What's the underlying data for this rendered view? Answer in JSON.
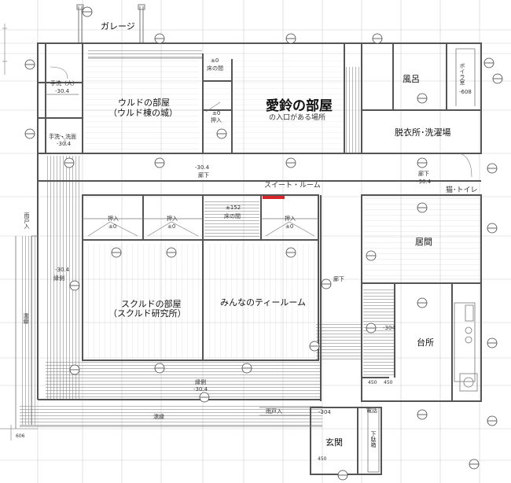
{
  "labels": {
    "garage": "ガレージ",
    "furo": "風呂",
    "boiler": "ボイラ室",
    "boiler_level": "-608",
    "aisuzu_title": "愛鈴の部屋",
    "aisuzu_sub": "の入口がある場所",
    "uruto_room": "ウルドの部屋",
    "uruto_sub": "（ウルド棟の城）",
    "toko_top": "床の間",
    "oshiire_top": "押入",
    "level_zero": "±0",
    "datsui": "脱衣所･洗濯場",
    "tesen_dai": "手洗（大）",
    "tesen_dai_level": "-30.4",
    "tesen_sen": "手洗・洗面",
    "tesen_sen_level": "-30.4",
    "rouka_top": "廊下",
    "rouka_top_level": "-30.4",
    "suite": "スイート・ルーム",
    "rouka_right": "廊下",
    "rouka_right_level": "-30.4",
    "neko_toilet": "猫･トイレ",
    "oshiire": "押入",
    "toko_mid": "床の間",
    "toko_mid_level": "±152",
    "amado": "雨戸入",
    "engawa_left": "縁側",
    "engawa_left_level": "-30.4",
    "nureen_left": "濡縁",
    "sukuldo_room": "スクルドの部屋",
    "sukuldo_sub": "（スクルド研究所）",
    "minna": "みんなのティールーム",
    "rouka_center": "廊下",
    "ima": "居間",
    "daidokoro": "台所",
    "kitchen_level": "-304",
    "engawa_bottom": "縁側",
    "engawa_bottom_level": "-30.4",
    "nureen_bottom": "濡縁",
    "amado_bottom": "雨戸入",
    "denwa": "電話",
    "genkan_level": "-304",
    "genkan": "玄関",
    "geta": "下駄箱",
    "dim_450": "450",
    "dim_606": "606"
  },
  "colors": {
    "wall": "#555555",
    "grid": "#c9c9c9",
    "tatami": "#9a9a9a",
    "deck": "#8a8a8a",
    "marker": "#d7262b"
  }
}
